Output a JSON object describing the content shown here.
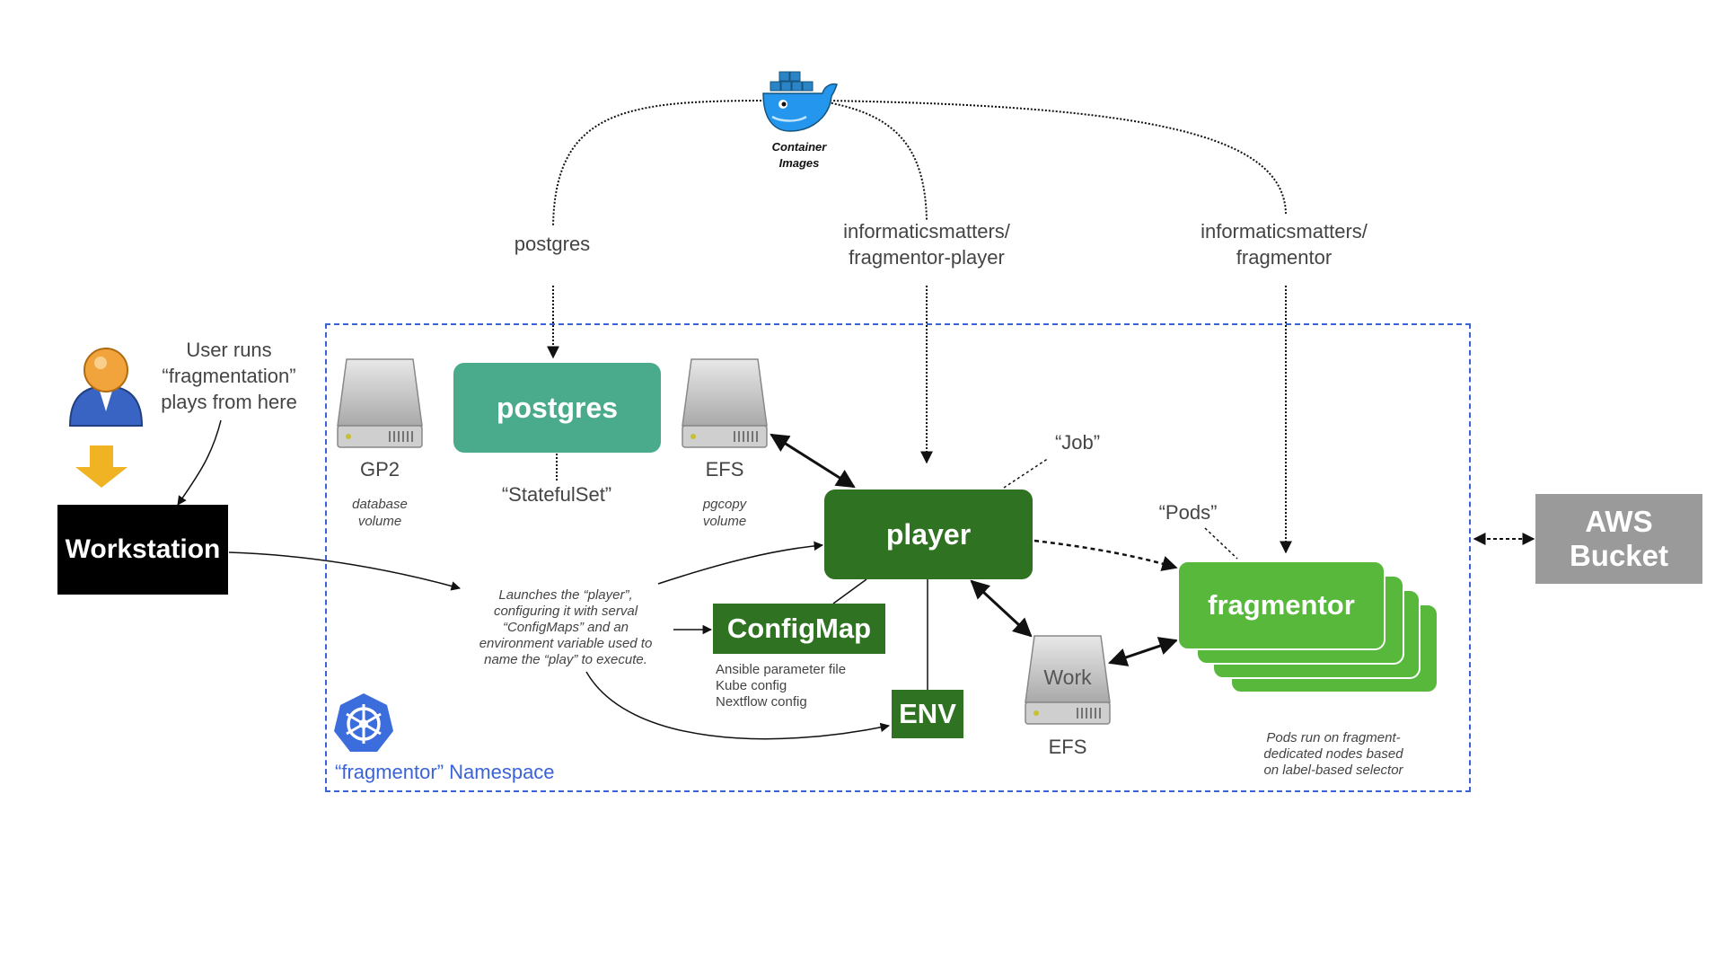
{
  "docker": {
    "caption_line1": "Container",
    "caption_line2": "Images"
  },
  "images": {
    "postgres": "postgres",
    "player_line1": "informaticsmatters/",
    "player_line2": "fragmentor-player",
    "fragmentor_line1": "informaticsmatters/",
    "fragmentor_line2": "fragmentor"
  },
  "user": {
    "line1": "User runs",
    "line2": "“fragmentation”",
    "line3": "plays from here"
  },
  "workstation": "Workstation",
  "namespace": "“fragmentor” Namespace",
  "gp2": {
    "name": "GP2",
    "desc_line1": "database",
    "desc_line2": "volume"
  },
  "postgres_box": {
    "label": "postgres",
    "kind": "“StatefulSet”"
  },
  "efs_pg": {
    "name": "EFS",
    "desc_line1": "pgcopy",
    "desc_line2": "volume"
  },
  "job_label": "“Job”",
  "player": "player",
  "pods_label": "“Pods”",
  "fragmentor": "fragmentor",
  "configmap": {
    "label": "ConfigMap",
    "items": [
      "Ansible parameter file",
      "Kube config",
      "Nextflow config"
    ]
  },
  "env": "ENV",
  "work_disk": {
    "label": "Work",
    "name": "EFS"
  },
  "launch_note": [
    "Launches the “player”,",
    "configuring it with serval",
    "“ConfigMaps” and an",
    "environment variable used to",
    "name the “play” to execute."
  ],
  "pods_note": [
    "Pods run on fragment-",
    "dedicated nodes based",
    "on label-based selector"
  ],
  "aws": {
    "line1": "AWS",
    "line2": "Bucket"
  },
  "colors": {
    "postgres": "#4aab8c",
    "player": "#2f7322",
    "configmap": "#2f7322",
    "fragmentor": "#58b83c",
    "aws": "#9a9a9a",
    "namespace": "#3b63d8",
    "arrow_down": "#f0b323"
  }
}
